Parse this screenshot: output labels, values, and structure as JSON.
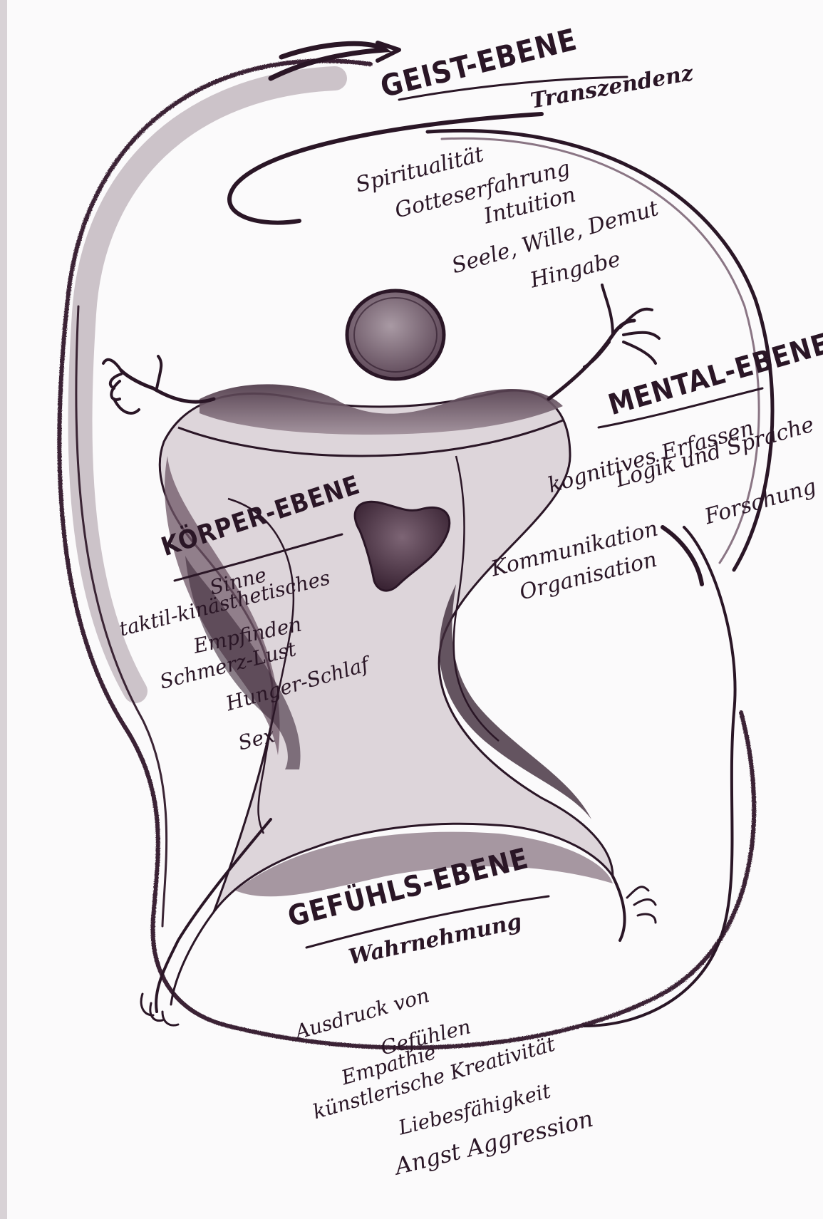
{
  "colors": {
    "ink": "#2a1626",
    "shade_dark": "#3e2a3a",
    "shade_mid": "#6e5566",
    "shade_light": "#b9acb4",
    "paper": "#fbfafb"
  },
  "levels": {
    "geist": {
      "title": "GEIST-EBENE",
      "items": [
        "Transzendenz",
        "Spiritualität",
        "Gotteserfahrung",
        "Intuition",
        "Seele, Wille, Demut",
        "Hingabe"
      ]
    },
    "mental": {
      "title": "MENTAL-EBENE",
      "items": [
        "kognitives Erfassen",
        "Logik und Sprache",
        "Forschung",
        "Kommunikation",
        "Organisation"
      ]
    },
    "koerper": {
      "title": "KÖRPER-EBENE",
      "items": [
        "Sinne",
        "taktil-kinästhetisches",
        "Empfinden",
        "Schmerz-Lust",
        "Hunger-Schlaf",
        "Sex"
      ]
    },
    "gefuehl": {
      "title": "GEFÜHLS-EBENE",
      "items": [
        "Wahrnehmung",
        "Ausdruck von",
        "Gefühlen",
        "Empathie",
        "künstlerische Kreativität",
        "Liebesfähigkeit",
        "Angst Aggression"
      ]
    }
  }
}
